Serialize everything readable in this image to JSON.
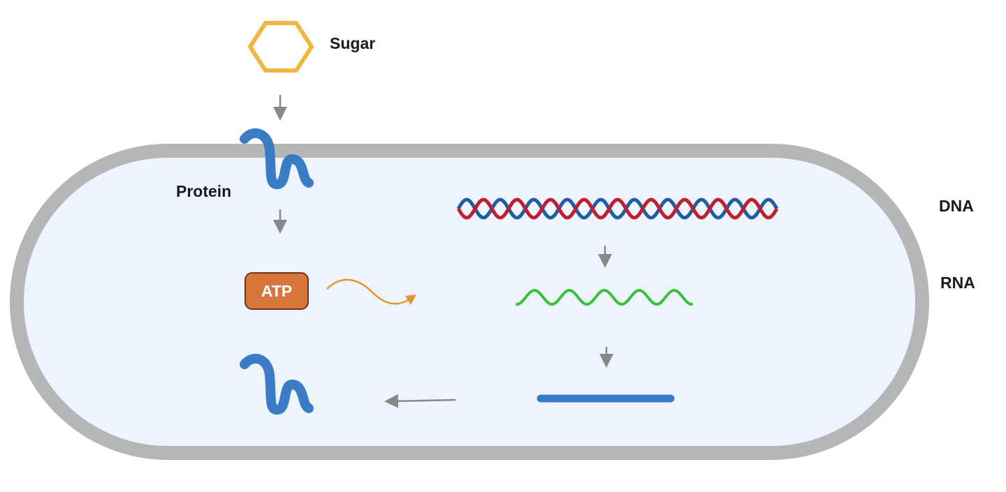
{
  "labels": {
    "sugar": "Sugar",
    "protein": "Protein",
    "dna": "DNA",
    "rna": "RNA",
    "atp": "ATP"
  },
  "colors": {
    "cell_wall": "#b5b6b8",
    "cytoplasm": "#eef4fd",
    "sugar": "#f0b63d",
    "protein": "#3a7cc6",
    "atp_fill": "#d8753a",
    "atp_stroke": "#6e3518",
    "energy_arrow": "#e8952f",
    "dna_strand_a": "#c0202e",
    "dna_strand_b": "#1f5ea3",
    "rna": "#3cbf3a",
    "polypeptide": "#3a7cc6",
    "flow_arrow": "#888888"
  }
}
